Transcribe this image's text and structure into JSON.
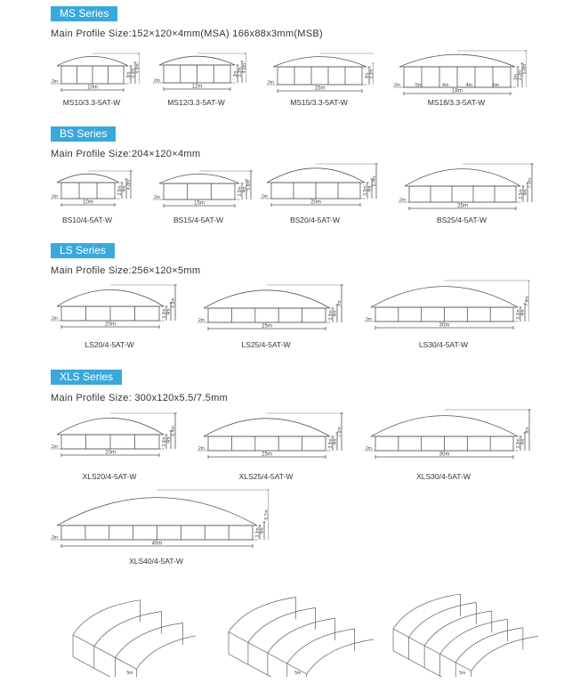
{
  "series": [
    {
      "tag": "MS Series",
      "profile": "Main Profile Size:152×120×4mm(MSA)    166x88x3mm(MSB)",
      "tents": [
        {
          "model": "MS10/3.3-5AT-W",
          "width": "10m",
          "eave": "3m",
          "side": "3.3m",
          "ridge": "4.5m",
          "base": "2m",
          "panels": 4,
          "seg": []
        },
        {
          "model": "MS12/3.3-5AT-W",
          "width": "12m",
          "eave": "3m",
          "side": "3.3m",
          "ridge": "4.8m",
          "base": "2m",
          "panels": 4,
          "seg": []
        },
        {
          "model": "MS15/3.3-5AT-W",
          "width": "15m",
          "eave": "3m",
          "side": "3.3m",
          "ridge": "5.3m",
          "base": "2m",
          "panels": 5,
          "seg": []
        },
        {
          "model": "MS18/3.3-5AT-W",
          "width": "18m",
          "eave": "3m",
          "side": "3.3m",
          "ridge": "5.8m",
          "base": "2m",
          "panels": 6,
          "seg": [
            "5m",
            "4m",
            "4m",
            "5m"
          ]
        }
      ]
    },
    {
      "tag": "BS Series",
      "profile": "Main Profile Size:204×120×4mm",
      "tents": [
        {
          "model": "BS10/4-5AT-W",
          "width": "10m",
          "eave": "3.5m",
          "side": "4m",
          "ridge": "4.8m",
          "base": "2m",
          "panels": 3,
          "seg": []
        },
        {
          "model": "BS15/4-5AT-W",
          "width": "15m",
          "eave": "3.5m",
          "side": "4m",
          "ridge": "5.6m",
          "base": "2m",
          "panels": 3,
          "seg": []
        },
        {
          "model": "BS20/4-5AT-W",
          "width": "20m",
          "eave": "3.5m",
          "side": "4m",
          "ridge": "6.4m",
          "base": "2m",
          "panels": 4,
          "seg": []
        },
        {
          "model": "BS25/4-5AT-W",
          "width": "25m",
          "eave": "3.5m",
          "side": "4m",
          "ridge": "7.2m",
          "base": "2m",
          "panels": 5,
          "seg": []
        }
      ]
    },
    {
      "tag": "LS Series",
      "profile": "Main Profile Size:256×120×5mm",
      "tents": [
        {
          "model": "LS20/4-5AT-W",
          "width": "20m",
          "eave": "3.3m",
          "side": "4m",
          "ridge": "6.2m",
          "base": "2m",
          "panels": 4,
          "seg": []
        },
        {
          "model": "LS25/4-5AT-W",
          "width": "25m",
          "eave": "3.3m",
          "side": "4m",
          "ridge": "7m",
          "base": "2m",
          "panels": 5,
          "seg": []
        },
        {
          "model": "LS30/4-5AT-W",
          "width": "30m",
          "eave": "3.3m",
          "side": "4m",
          "ridge": "7.8m",
          "base": "2m",
          "panels": 6,
          "seg": []
        }
      ]
    },
    {
      "tag": "XLS Series",
      "profile": "Main Profile Size: 300x120x5.5/7.5mm",
      "tents": [
        {
          "model": "XLS20/4-5AT-W",
          "width": "20m",
          "eave": "3.3m",
          "side": "4m",
          "ridge": "6.4m",
          "base": "2m",
          "panels": 4,
          "seg": []
        },
        {
          "model": "XLS25/4-5AT-W",
          "width": "25m",
          "eave": "3.3m",
          "side": "4m",
          "ridge": "7.2m",
          "base": "2m",
          "panels": 5,
          "seg": []
        },
        {
          "model": "XLS30/4-5AT-W",
          "width": "30m",
          "eave": "3.3m",
          "side": "4m",
          "ridge": "8m",
          "base": "2m",
          "panels": 6,
          "seg": []
        },
        {
          "model": "XLS40/4-5AT-W",
          "width": "40m",
          "eave": "3.3m",
          "side": "4m",
          "ridge": "9.7m",
          "base": "2m",
          "panels": 8,
          "seg": []
        }
      ]
    }
  ],
  "iso_labels": [
    "5m",
    "5m",
    "5m"
  ]
}
